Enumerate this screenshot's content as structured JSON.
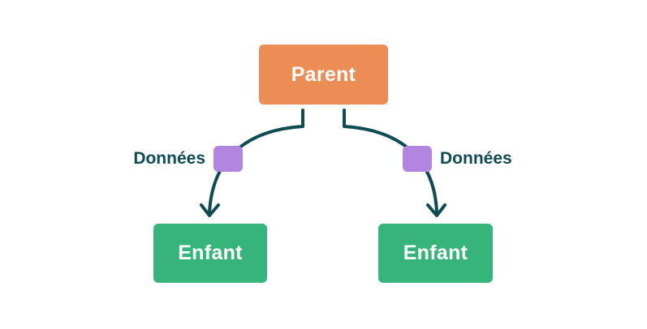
{
  "colors": {
    "parent": "#EC8D55",
    "child": "#36B57A",
    "edge": "#0F4B52",
    "packet": "#B185E0",
    "label": "#0F4B52"
  },
  "nodes": {
    "parent": {
      "label": "Parent"
    },
    "child_left": {
      "label": "Enfant"
    },
    "child_right": {
      "label": "Enfant"
    }
  },
  "edges": {
    "left": {
      "label": "Données",
      "from": "Parent",
      "to": "Enfant"
    },
    "right": {
      "label": "Données",
      "from": "Parent",
      "to": "Enfant"
    }
  }
}
